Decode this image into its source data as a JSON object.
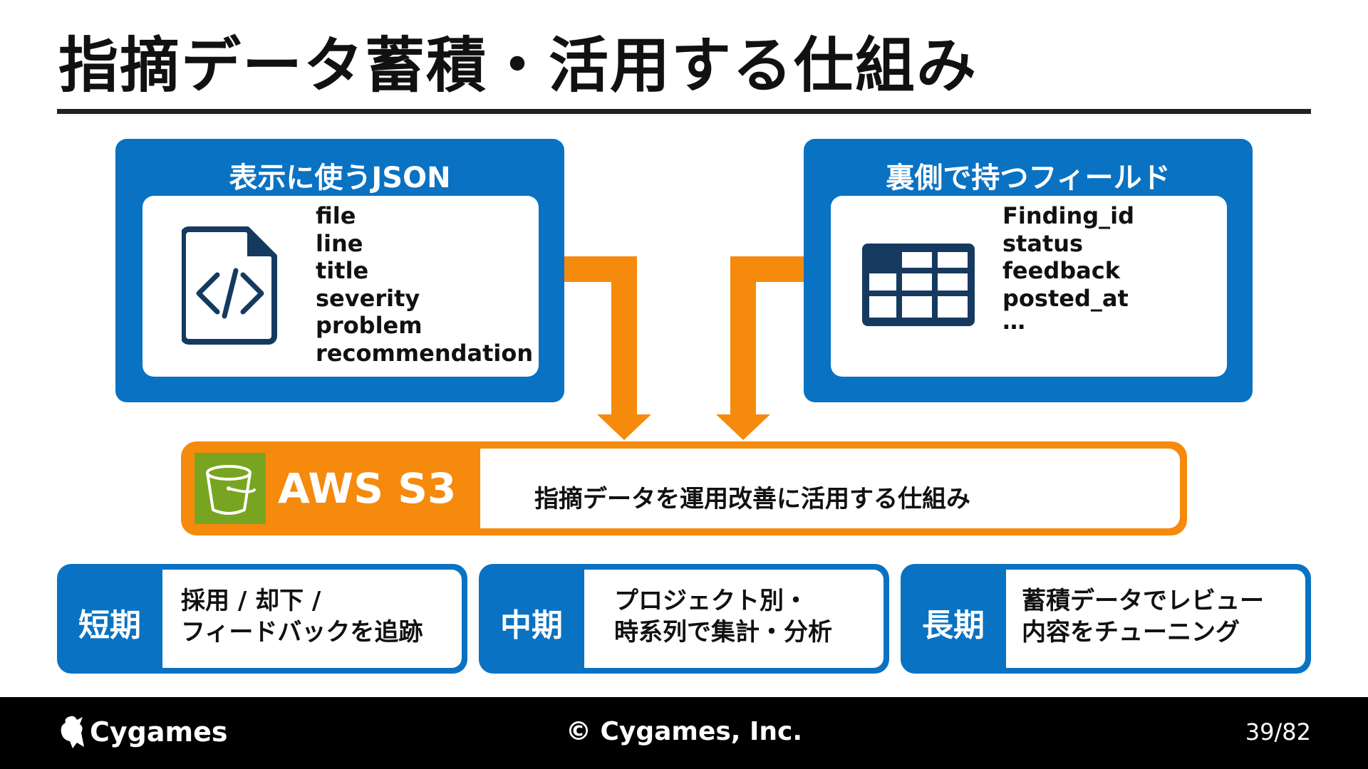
{
  "slide": {
    "title": "指摘データ蓄積・活用する仕組み"
  },
  "display_json": {
    "heading": "表示に使うJSON",
    "fields": [
      "file",
      "line",
      "title",
      "severity",
      "problem",
      "recommendation"
    ]
  },
  "hidden_fields": {
    "heading": "裏側で持つフィールド",
    "fields": [
      "Finding_id",
      "status",
      "feedback",
      "posted_at",
      "…"
    ]
  },
  "storage": {
    "label": "AWS S3",
    "description": "指摘データを運用改善に活用する仕組み"
  },
  "terms": [
    {
      "label": "短期",
      "lines": [
        "採用 / 却下 /",
        "フィードバックを追跡"
      ]
    },
    {
      "label": "中期",
      "lines": [
        "プロジェクト別・",
        "時系列で集計・分析"
      ]
    },
    {
      "label": "長期",
      "lines": [
        "蓄積データでレビュー",
        "内容をチューニング"
      ]
    }
  ],
  "footer": {
    "brand": "Cygames",
    "copyright": "© Cygames, Inc.",
    "page": "39/82"
  },
  "colors": {
    "panel_blue": "#0a72c2",
    "icon_navy": "#163a5f",
    "arrow_orange": "#f58a0c",
    "s3_green": "#78a521"
  },
  "icons": {
    "json_panel": "code-file-icon",
    "fields_panel": "table-icon",
    "storage": "s3-bucket-icon",
    "brand": "cygames-logo-icon"
  }
}
